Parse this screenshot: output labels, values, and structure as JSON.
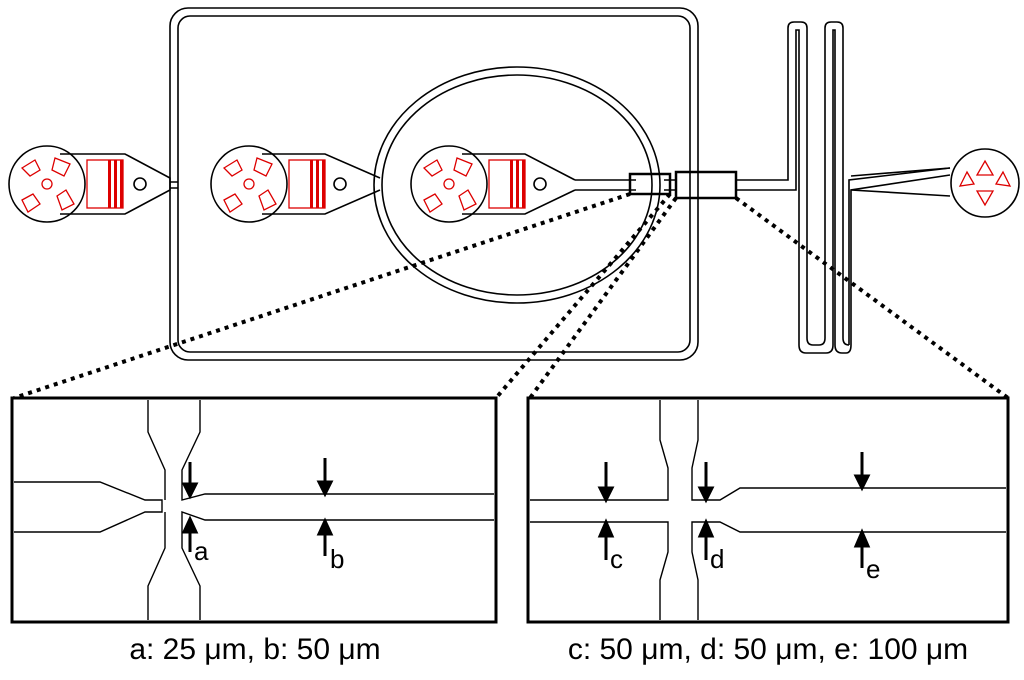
{
  "labels": {
    "a": "a",
    "b": "b",
    "c": "c",
    "d": "d",
    "e": "e"
  },
  "captions": {
    "left": "a: 25 μm, b: 50 μm",
    "right": "c: 50 μm, d: 50 μm, e: 100 μm"
  },
  "colors": {
    "channel": "#000000",
    "electrode": "#dd0000"
  }
}
